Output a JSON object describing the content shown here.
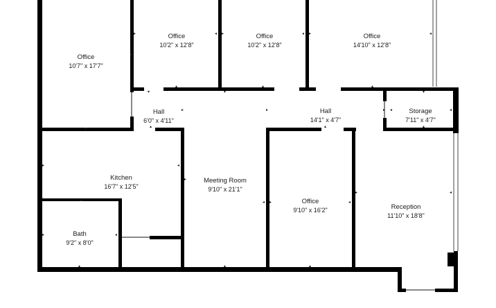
{
  "rooms": [
    {
      "id": "office-1",
      "name": "Office",
      "dims": "10'7\" x 17'7\""
    },
    {
      "id": "office-2",
      "name": "Office",
      "dims": "10'2\" x 12'8\""
    },
    {
      "id": "office-3",
      "name": "Office",
      "dims": "10'2\" x 12'8\""
    },
    {
      "id": "office-4",
      "name": "Office",
      "dims": "14'10\" x 12'8\""
    },
    {
      "id": "hall-1",
      "name": "Hall",
      "dims": "6'0\" x 4'11\""
    },
    {
      "id": "hall-2",
      "name": "Hall",
      "dims": "14'1\" x 4'7\""
    },
    {
      "id": "storage",
      "name": "Storage",
      "dims": "7'11\" x 4'7\""
    },
    {
      "id": "kitchen",
      "name": "Kitchen",
      "dims": "16'7\" x 12'5\""
    },
    {
      "id": "meeting-room",
      "name": "Meeting Room",
      "dims": "9'10\" x 21'1\""
    },
    {
      "id": "office-5",
      "name": "Office",
      "dims": "9'10\" x 16'2\""
    },
    {
      "id": "reception",
      "name": "Reception",
      "dims": "11'10\" x 18'8\""
    },
    {
      "id": "bath",
      "name": "Bath",
      "dims": "9'2\" x 8'0\""
    }
  ]
}
